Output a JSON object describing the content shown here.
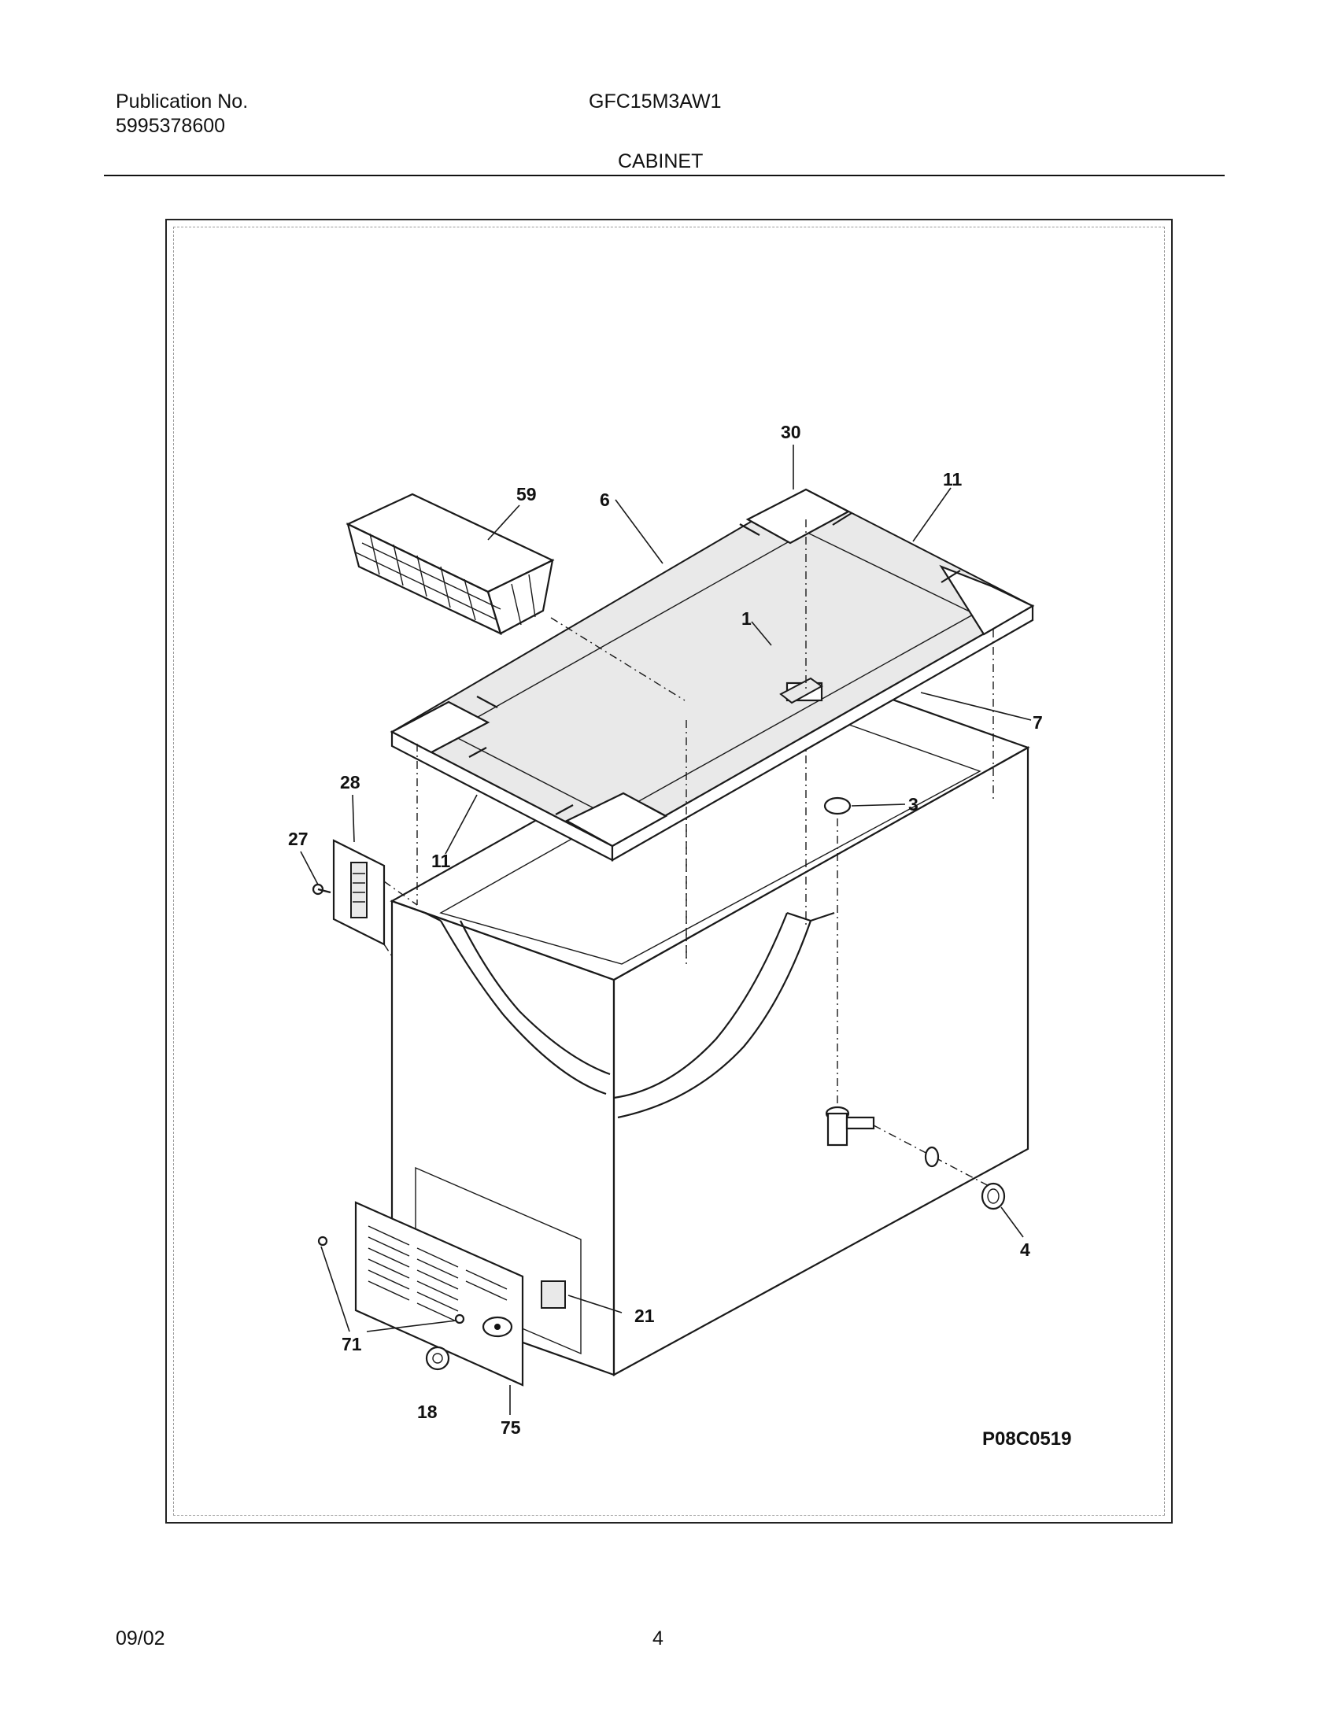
{
  "header": {
    "publication_label": "Publication No.",
    "publication_number": "5995378600",
    "model": "GFC15M3AW1",
    "section": "CABINET"
  },
  "diagram": {
    "callouts": {
      "c30": "30",
      "c11a": "11",
      "c59": "59",
      "c6": "6",
      "c1": "1",
      "c7": "7",
      "c28": "28",
      "c27": "27",
      "c11b": "11",
      "c3": "3",
      "c4": "4",
      "c21": "21",
      "c71": "71",
      "c18": "18",
      "c75": "75"
    },
    "code": "P08C0519"
  },
  "footer": {
    "date": "09/02",
    "page": "4"
  }
}
